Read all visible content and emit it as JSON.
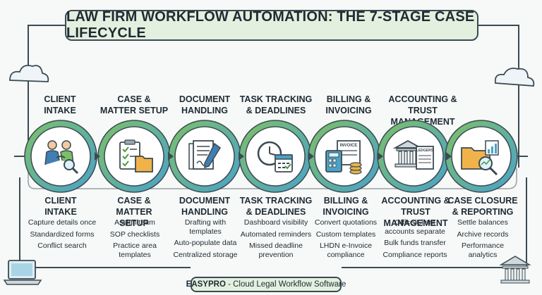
{
  "title": "LAW FIRM WORKFLOW AUTOMATION: THE 7-STAGE CASE LIFECYCLE",
  "stages": [
    {
      "top_label": [
        "CLIENT",
        "INTAKE"
      ],
      "bottom_label": [
        "CLIENT INTAKE"
      ],
      "items": [
        "Capture details once",
        "Standardized forms",
        "Conflict search"
      ]
    },
    {
      "top_label": [
        "CASE &",
        "MATTER SETUP"
      ],
      "bottom_label": [
        "CASE & MATTER",
        "SETUP"
      ],
      "items": [
        "Assign team",
        "SOP checklists",
        "Practice area templates"
      ]
    },
    {
      "top_label": [
        "DOCUMENT",
        "HANDLING"
      ],
      "bottom_label": [
        "DOCUMENT",
        "HANDLING"
      ],
      "items": [
        "Drafting with templates",
        "Auto-populate data",
        "Centralized storage"
      ]
    },
    {
      "top_label": [
        "TASK TRACKING",
        "& DEADLINES"
      ],
      "bottom_label": [
        "TASK TRACKING",
        "& DEADLINES"
      ],
      "items": [
        "Dashboard visibility",
        "Automated reminders",
        "Missed deadline prevention"
      ]
    },
    {
      "top_label": [
        "BILLING &",
        "INVOICING"
      ],
      "bottom_label": [
        "BILLING &",
        "INVOICING"
      ],
      "items": [
        "Convert quotations",
        "Custom templates",
        "LHDN e-Invoice compliance"
      ]
    },
    {
      "top_label": [
        "ACCOUNTING &",
        "TRUST MANAGEMENT"
      ],
      "bottom_label": [
        "ACCOUNTING &",
        "TRUST MANAGEMENT"
      ],
      "items": [
        "Office/Client accounts separate",
        "Bulk funds transfer",
        "Compliance reports"
      ]
    },
    {
      "top_label": [],
      "bottom_label": [
        "CASE CLOSURE",
        "& REPORTING"
      ],
      "items": [
        "Settle balances",
        "Archive records",
        "Performance analytics"
      ]
    }
  ],
  "icon_text": {
    "invoice": "INVOICE",
    "ledgers": "LEDGERS"
  },
  "footer": {
    "brand": "EASYPRO",
    "text": " - Cloud Legal Workflow Software"
  },
  "colors": {
    "accent_green": "#7bbf6a",
    "accent_blue": "#4ba3c7",
    "ink": "#3c4a52"
  }
}
